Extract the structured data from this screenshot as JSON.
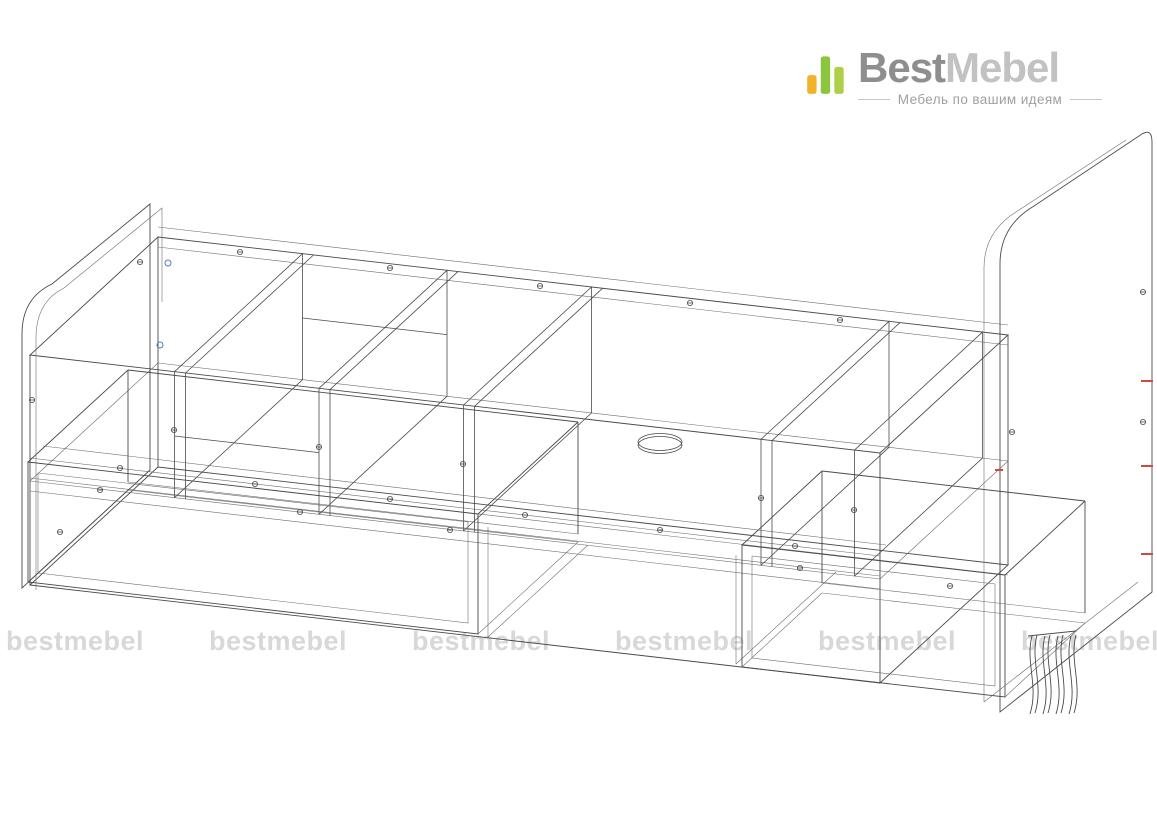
{
  "logo": {
    "brand_best": "Best",
    "brand_mebel": "Mebel",
    "tagline": "Мебель по вашим идеям"
  },
  "watermark": {
    "text": "bestmebel"
  },
  "drawing": {
    "subject": "furniture-wireframe-isometric",
    "features": [
      "left-curved-end-panel",
      "right-curved-end-panel",
      "shelf-compartments",
      "two-drawers",
      "cable-grommet-hole",
      "slat-bundle"
    ]
  },
  "colors": {
    "background": "#ffffff",
    "line": "#4a4a4a",
    "line_thin": "#6e6e6e",
    "watermark": "#d8d8d8",
    "accent_red": "#cc4b3f",
    "accent_blue": "#4d7bb5",
    "logo_best": "#8e8e8e",
    "logo_mebel": "#c2c2c2",
    "logo_tagline": "#a0a0a0",
    "logo_bar_yellow": "#f3b229",
    "logo_bar_green": "#8cc63f",
    "logo_bar_green_light": "#aed049"
  }
}
